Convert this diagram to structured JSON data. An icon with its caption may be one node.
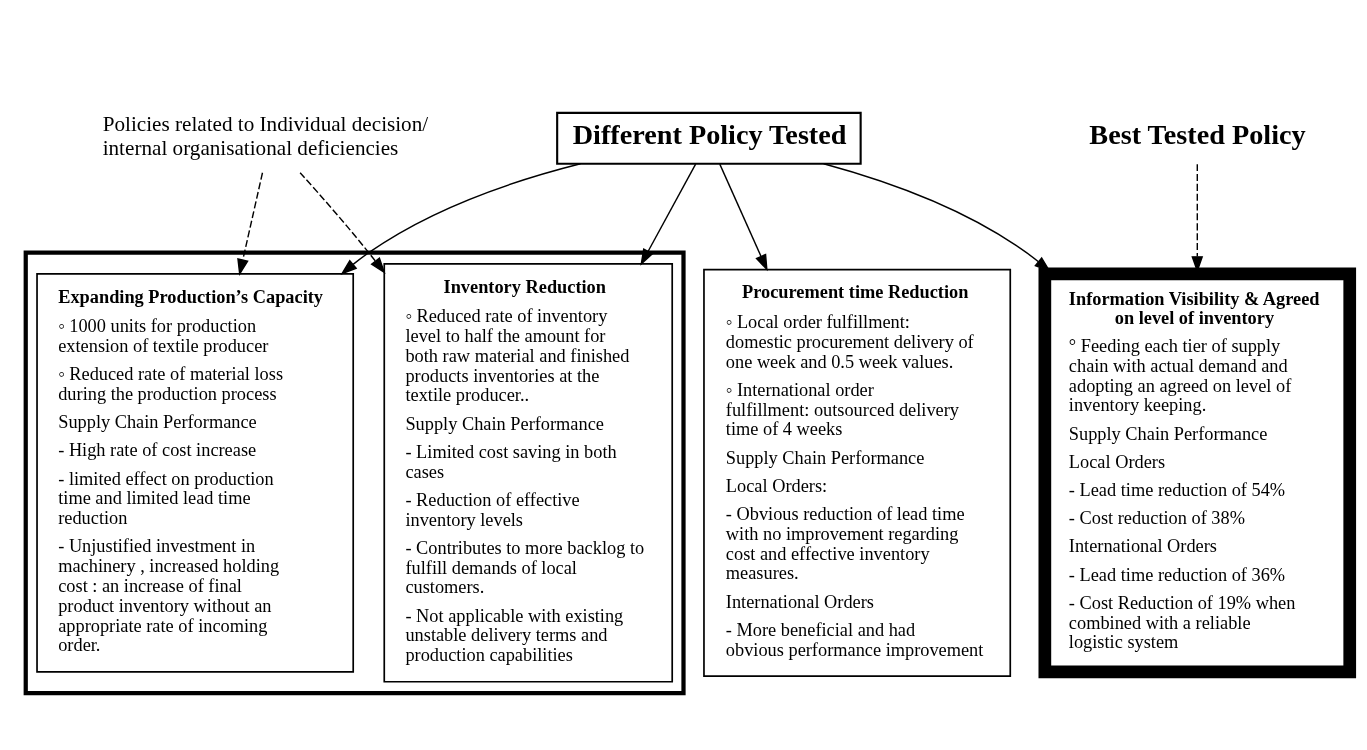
{
  "diagram": {
    "nodes": [
      {
        "text": [
          "Different Policy Tested"
        ]
      },
      {
        "text": [
          "Policies related to Individual decision/ internal organisational deficiencies"
        ]
      },
      {
        "text": [
          "Best Tested Policy"
        ]
      },
      {
        "text": [],
        "shape": "box"
      },
      {
        "text": [
          "Expanding Production’s Capacity",
          "◦ 1000 units for production extension of textile producer",
          "◦ Reduced rate of material loss during the production process",
          "Supply Chain Performance",
          "- High rate of cost increase",
          "- limited effect on production time and limited lead time reduction",
          "- Unjustified investment in machinery , increased holding cost : an increase of final product inventory without an appropriate rate of incoming order."
        ],
        "in": 3
      },
      {
        "text": [
          "Inventory Reduction",
          "◦ Reduced rate of inventory level to half the amount for both raw material and finished products inventories at the textile producer..",
          "Supply Chain Performance",
          "- Limited cost saving in both cases",
          "- Reduction of effective inventory levels",
          "- Contributes to more backlog to fulfill demands of local customers.",
          "- Not applicable with existing unstable delivery terms and production capabilities"
        ],
        "in": 3
      },
      {
        "text": [
          "Procurement time Reduction",
          "◦ Local order fulfillment: domestic procurement delivery of one week and 0.5 week values.",
          "◦ International order fulfillment: outsourced delivery time of 4 weeks",
          "Supply Chain Performance",
          "Local Orders:",
          "- Obvious reduction of lead time with no improvement regarding cost and effective inventory measures.",
          "International Orders",
          "- More beneficial and had obvious performance improvement"
        ]
      },
      {
        "text": [
          "Information Visibility & Agreed on level of inventory",
          "° Feeding each tier of supply chain with actual demand and adopting an agreed on level of inventory keeping.",
          "Supply Chain Performance",
          "Local Orders",
          "- Lead time reduction of 54%",
          "- Cost reduction of 38%",
          "International Orders",
          "- Lead time reduction of 36%",
          "- Cost Reduction of 19% when combined with a reliable logistic system"
        ]
      }
    ],
    "edges": [
      {
        "from": 0,
        "to": 4,
        "arrow": "to"
      },
      {
        "from": 0,
        "to": 5,
        "arrow": "to"
      },
      {
        "from": 0,
        "to": 6,
        "arrow": "to"
      },
      {
        "from": 0,
        "to": 7,
        "arrow": "to"
      },
      {
        "from": 1,
        "to": 4,
        "arrow": "to",
        "style": "dashed"
      },
      {
        "from": 1,
        "to": 5,
        "arrow": "to",
        "style": "dashed"
      },
      {
        "from": 2,
        "to": 7,
        "arrow": "to",
        "style": "dashed"
      }
    ]
  }
}
